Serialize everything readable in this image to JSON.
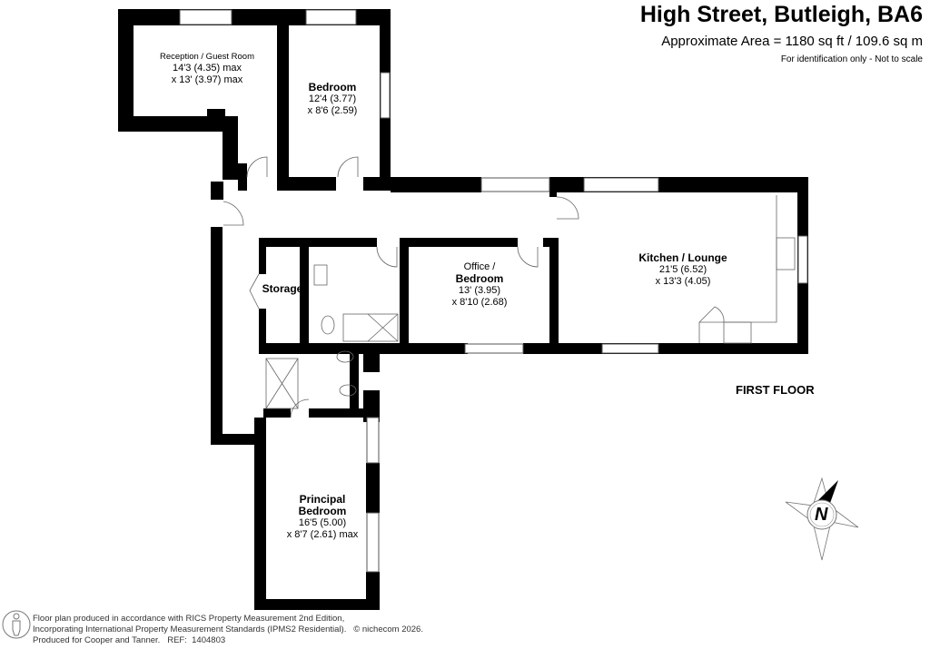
{
  "header": {
    "title": "High Street, Butleigh, BA6",
    "area": "Approximate Area = 1180 sq ft / 109.6 sq m",
    "note": "For identification only - Not to scale"
  },
  "rooms": {
    "reception": {
      "name": "Reception / Guest Room",
      "dim1": "14'3 (4.35) max",
      "dim2": "x 13' (3.97) max"
    },
    "bedroom": {
      "name": "Bedroom",
      "dim1": "12'4 (3.77)",
      "dim2": "x 8'6 (2.59)"
    },
    "office": {
      "name1": "Office /",
      "name2": "Bedroom",
      "dim1": "13' (3.95)",
      "dim2": "x 8'10 (2.68)"
    },
    "kitchen": {
      "name": "Kitchen / Lounge",
      "dim1": "21'5 (6.52)",
      "dim2": "x 13'3 (4.05)"
    },
    "storage": {
      "name": "Storage"
    },
    "principal": {
      "name1": "Principal",
      "name2": "Bedroom",
      "dim1": "16'5 (5.00)",
      "dim2": "x 8'7 (2.61) max"
    }
  },
  "floor_label": "FIRST FLOOR",
  "compass": {
    "label": "N",
    "icon": "north-arrow-icon"
  },
  "footer": {
    "line1": "Floor plan produced in accordance with RICS Property Measurement 2nd Edition,",
    "line2": "Incorporating International Property Measurement Standards (IPMS2 Residential).   © nichecom 2026.",
    "line3": "Produced for Cooper and Tanner.   REF:  1404803",
    "icon": "person-icon"
  }
}
